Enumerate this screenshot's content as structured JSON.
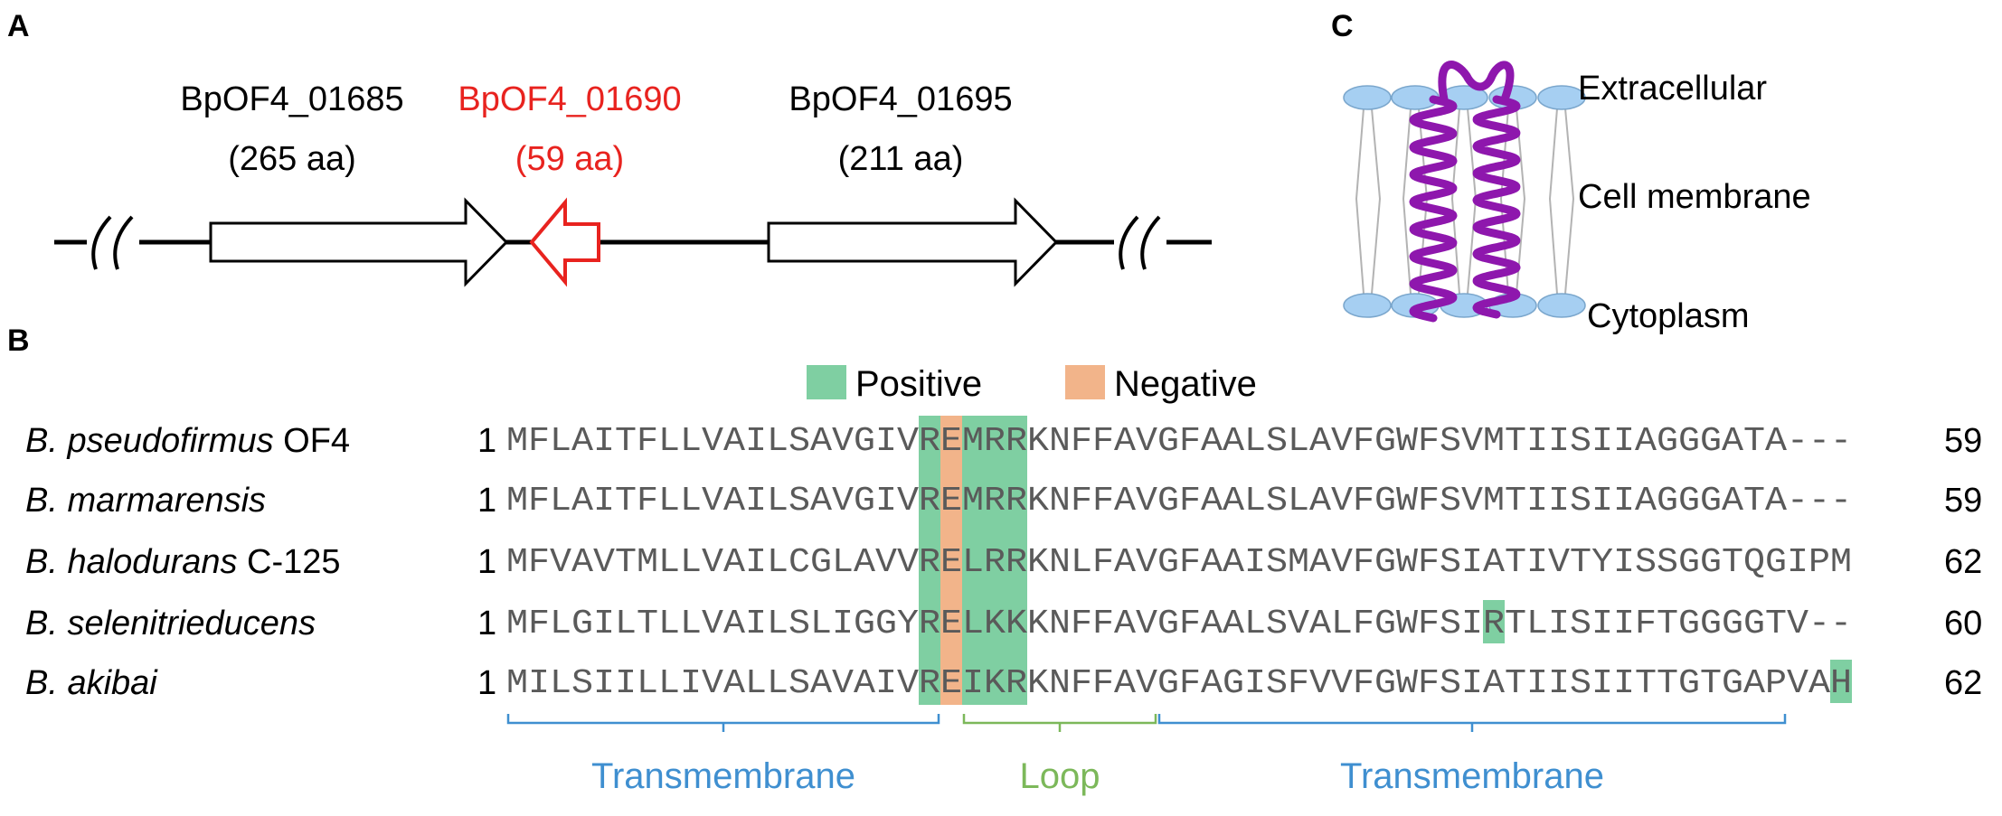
{
  "panel_a": {
    "label": "A",
    "genes": [
      {
        "name": "BpOF4_01685",
        "length": "(265 aa)"
      },
      {
        "name": "BpOF4_01690",
        "length": "(59 aa)"
      },
      {
        "name": "BpOF4_01695",
        "length": "(211 aa)"
      }
    ],
    "colors": {
      "highlight": "#e8231f",
      "normal": "#000000"
    }
  },
  "panel_b": {
    "label": "B",
    "legend": {
      "positive": "Positive",
      "negative": "Negative"
    },
    "colors": {
      "positive": "#7fcfa2",
      "negative": "#f2b48a",
      "bracket_tm": "#3f8fd0",
      "bracket_loop": "#7cb85a"
    },
    "species": [
      {
        "italic": "B. pseudofirmus",
        "suffix": " OF4",
        "start": "1",
        "end": "59"
      },
      {
        "italic": "B. marmarensis",
        "suffix": "",
        "start": "1",
        "end": "59"
      },
      {
        "italic": "B. halodurans",
        "suffix": " C-125",
        "start": "1",
        "end": "62"
      },
      {
        "italic": "B. selenitrieducens",
        "suffix": "",
        "start": "1",
        "end": "60"
      },
      {
        "italic": "B. akibai",
        "suffix": "",
        "start": "1",
        "end": "62"
      }
    ],
    "sequences": [
      "MFLAITFLLVAILSAVGIVREMRRKNFFAVGFAALSLAVFGWFSVMTIISIIAGGGATA---",
      "MFLAITFLLVAILSAVGIVREMRRKNFFAVGFAALSLAVFGWFSVMTIISIIAGGGATA---",
      "MFVAVTMLLVAILCGLAVVRELRRKNLFAVGFAAISMAVFGWFSIATIVTYISSGGTQGIPM",
      "MFLGILTLLVAILSLIGGYRELKKKNFFAVGFAALSVALFGWFSIRTLISIIFTGGGGTV--",
      "MILSIILLIVALLSAVAIVREIKRKNFFAVGFAGISFVVFGWFSIATIISIITTGTGAPVAH"
    ],
    "regions": [
      {
        "name": "Transmembrane",
        "from": 1,
        "to": 20
      },
      {
        "name": "Loop",
        "from": 22,
        "to": 30
      },
      {
        "name": "Transmembrane",
        "from": 31,
        "to": 59
      }
    ],
    "positive_columns": [
      20,
      22,
      23,
      24
    ],
    "negative_columns": [
      21
    ],
    "extra_positive": [
      {
        "row": 3,
        "column": 46
      },
      {
        "row": 4,
        "column": 62
      }
    ]
  },
  "panel_c": {
    "label": "C",
    "labels": {
      "extracellular": "Extracellular",
      "membrane": "Cell membrane",
      "cytoplasm": "Cytoplasm"
    },
    "colors": {
      "helix": "#8e17ad",
      "lipid": "#a6cff2"
    }
  }
}
